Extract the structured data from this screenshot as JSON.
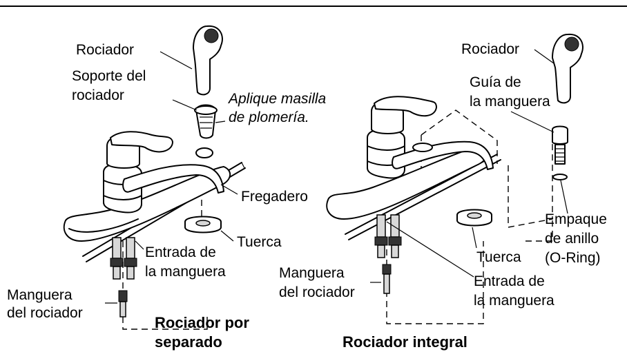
{
  "left_panel": {
    "rociador": "Rociador",
    "soporte_line1": "Soporte del",
    "soporte_line2": "rociador",
    "aplique_line1": "Aplique masilla",
    "aplique_line2": "de plomería.",
    "fregadero": "Fregadero",
    "tuerca": "Tuerca",
    "entrada_line1": "Entrada de",
    "entrada_line2": "la manguera",
    "manguera_line1": "Manguera",
    "manguera_line2": "del rociador",
    "title_line1": "Rociador por",
    "title_line2": "separado"
  },
  "right_panel": {
    "rociador": "Rociador",
    "guia_line1": "Guía de",
    "guia_line2": "la manguera",
    "empaque_line1": "Empaque",
    "empaque_line2": "de anillo",
    "empaque_line3": "(O-Ring)",
    "tuerca": "Tuerca",
    "manguera_line1": "Manguera",
    "manguera_line2": "del rociador",
    "entrada_line1": "Entrada de",
    "entrada_line2": "la manguera",
    "title": "Rociador integral"
  }
}
